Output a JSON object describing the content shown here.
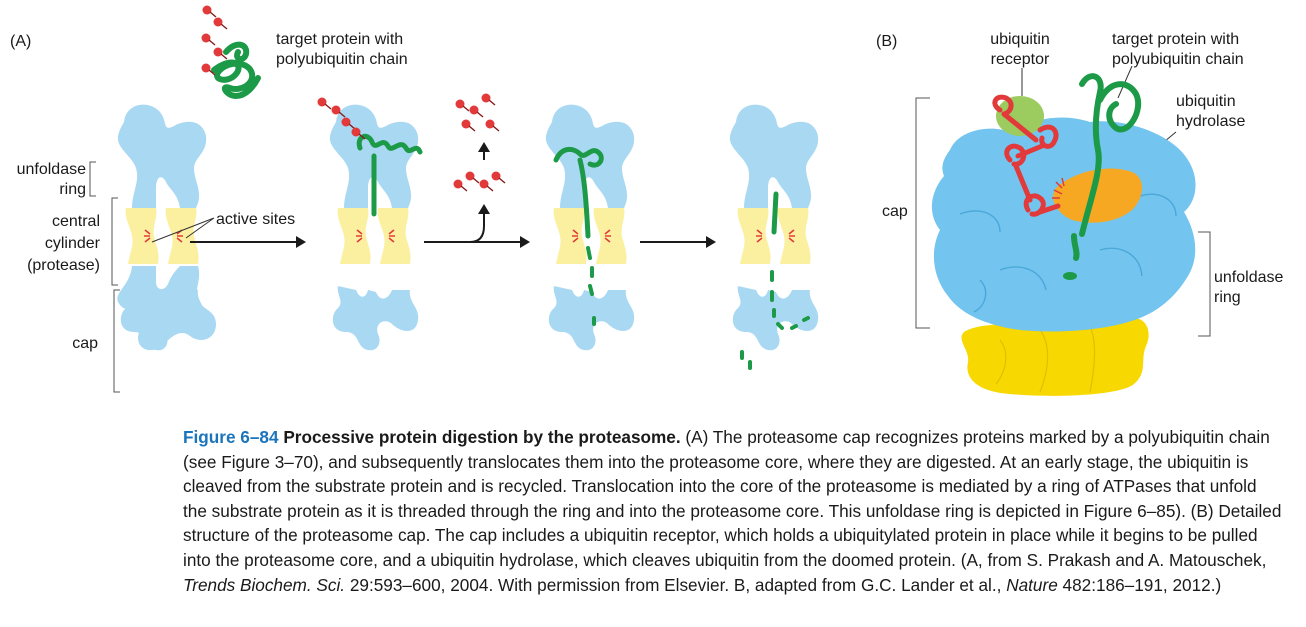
{
  "panel_a": {
    "label": "(A)",
    "target_protein_line1": "target protein with",
    "target_protein_line2": "polyubiquitin chain",
    "unfoldase_line1": "unfoldase",
    "unfoldase_line2": "ring",
    "central_line1": "central",
    "central_line2": "cylinder",
    "central_line3": "(protease)",
    "active_sites": "active sites",
    "cap": "cap"
  },
  "panel_b": {
    "label": "(B)",
    "ubiquitin_receptor_line1": "ubiquitin",
    "ubiquitin_receptor_line2": "receptor",
    "target_protein_line1": "target protein with",
    "target_protein_line2": "polyubiquitin chain",
    "hydrolase_line1": "ubiquitin",
    "hydrolase_line2": "hydrolase",
    "cap": "cap",
    "unfoldase_line1": "unfoldase",
    "unfoldase_line2": "ring"
  },
  "caption": {
    "figure_number": "Figure 6–84",
    "title": "Processive protein digestion by the proteasome.",
    "text_1": "(A) The proteasome cap recognizes proteins marked by a polyubiquitin chain (see Figure 3–70), and subsequently translocates them into the proteasome core, where they are digested. At an early stage, the ubiquitin is cleaved from the substrate protein and is recycled. Translocation into the core of the proteasome is mediated by a ring of ATPases that unfold the substrate protein as it is threaded through the ring and into the proteasome core. This unfoldase ring is depicted in Figure 6–85). (B) Detailed structure of the proteasome cap. The cap includes a ubiquitin receptor, which holds a ubiquitylated protein in place while it begins to be pulled into the proteasome core, and a ubiquitin hydrolase, which cleaves ubiquitin from the doomed protein. (A, from S. Prakash and A. Matouschek, ",
    "journal_1": "Trends Biochem. Sci.",
    "text_2": " 29:593–600, 2004. With permission from Elsevier. B, adapted from G.C. Lander et al., ",
    "journal_2": "Nature",
    "text_3": " 482:186–191, 2012.)"
  },
  "colors": {
    "cap_blue": "#a9d8f3",
    "core_yellow": "#fbf0a0",
    "protein_green": "#1d9a47",
    "ubiquitin_red": "#e23a3a",
    "hydrolase_orange": "#f7a823",
    "receptor_green": "#9ccb5f",
    "cap_b_blue": "#73c4ee",
    "core_b_yellow": "#f7d800",
    "caption_accent": "#1a75bc"
  }
}
